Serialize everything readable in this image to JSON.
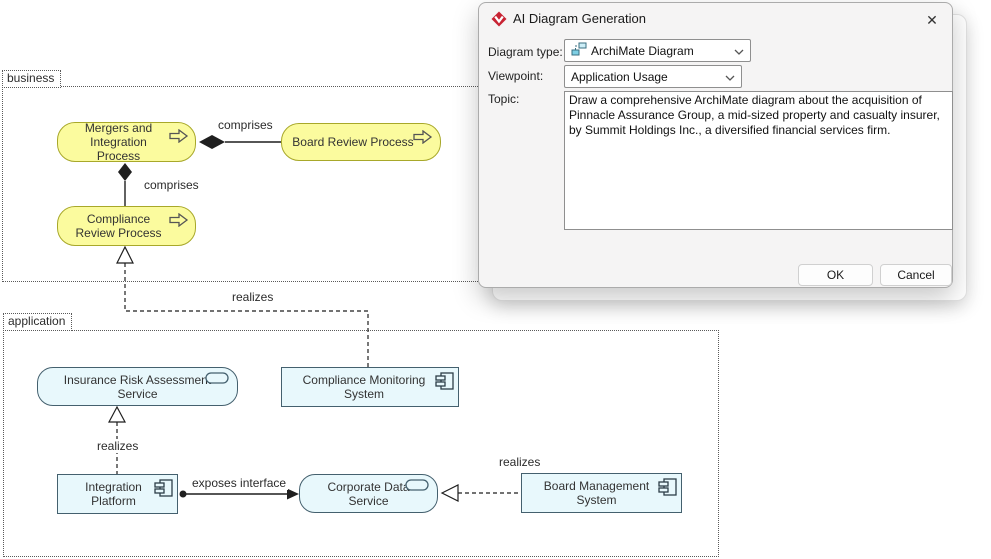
{
  "dialog": {
    "title": "AI Diagram Generation",
    "close_icon": "✕",
    "diagram_type": {
      "label": "Diagram type:",
      "value": "ArchiMate Diagram"
    },
    "viewpoint": {
      "label": "Viewpoint:",
      "value": "Application Usage"
    },
    "topic": {
      "label": "Topic:",
      "value": "Draw a comprehensive ArchiMate diagram about the acquisition of Pinnacle Assurance Group, a mid-sized property and casualty insurer, by Summit Holdings Inc., a diversified financial services firm."
    },
    "buttons": {
      "ok": "OK",
      "cancel": "Cancel"
    }
  },
  "diagram": {
    "groups": [
      {
        "label": "business"
      },
      {
        "label": "application"
      }
    ],
    "nodes": [
      {
        "label": "Mergers and Integration Process",
        "type": "business-process"
      },
      {
        "label": "Board Review Process",
        "type": "business-process"
      },
      {
        "label": "Compliance Review Process",
        "type": "business-process"
      },
      {
        "label": "Insurance Risk Assessment Service",
        "type": "application-service"
      },
      {
        "label": "Compliance Monitoring System",
        "type": "application-component"
      },
      {
        "label": "Integration Platform",
        "type": "application-component"
      },
      {
        "label": "Corporate Data Service",
        "type": "application-service"
      },
      {
        "label": "Board Management System",
        "type": "application-component"
      }
    ],
    "edges": [
      {
        "label": "comprises",
        "type": "composition",
        "from": "Mergers and Integration Process",
        "to": "Board Review Process"
      },
      {
        "label": "comprises",
        "type": "composition",
        "from": "Mergers and Integration Process",
        "to": "Compliance Review Process"
      },
      {
        "label": "realizes",
        "type": "realization",
        "from": "Compliance Monitoring System",
        "to": "Compliance Review Process"
      },
      {
        "label": "realizes",
        "type": "realization",
        "from": "Integration Platform",
        "to": "Insurance Risk Assessment Service"
      },
      {
        "label": "exposes interface",
        "type": "assignment",
        "from": "Integration Platform",
        "to": "Corporate Data Service"
      },
      {
        "label": "realizes",
        "type": "realization",
        "from": "Board Management System",
        "to": "Corporate Data Service"
      }
    ],
    "colors": {
      "business_fill": "#fbfb9e",
      "business_border": "#a8a82a",
      "application_fill": "#e8f8fc",
      "application_border": "#44606e",
      "line": "#1f1f1f"
    }
  }
}
